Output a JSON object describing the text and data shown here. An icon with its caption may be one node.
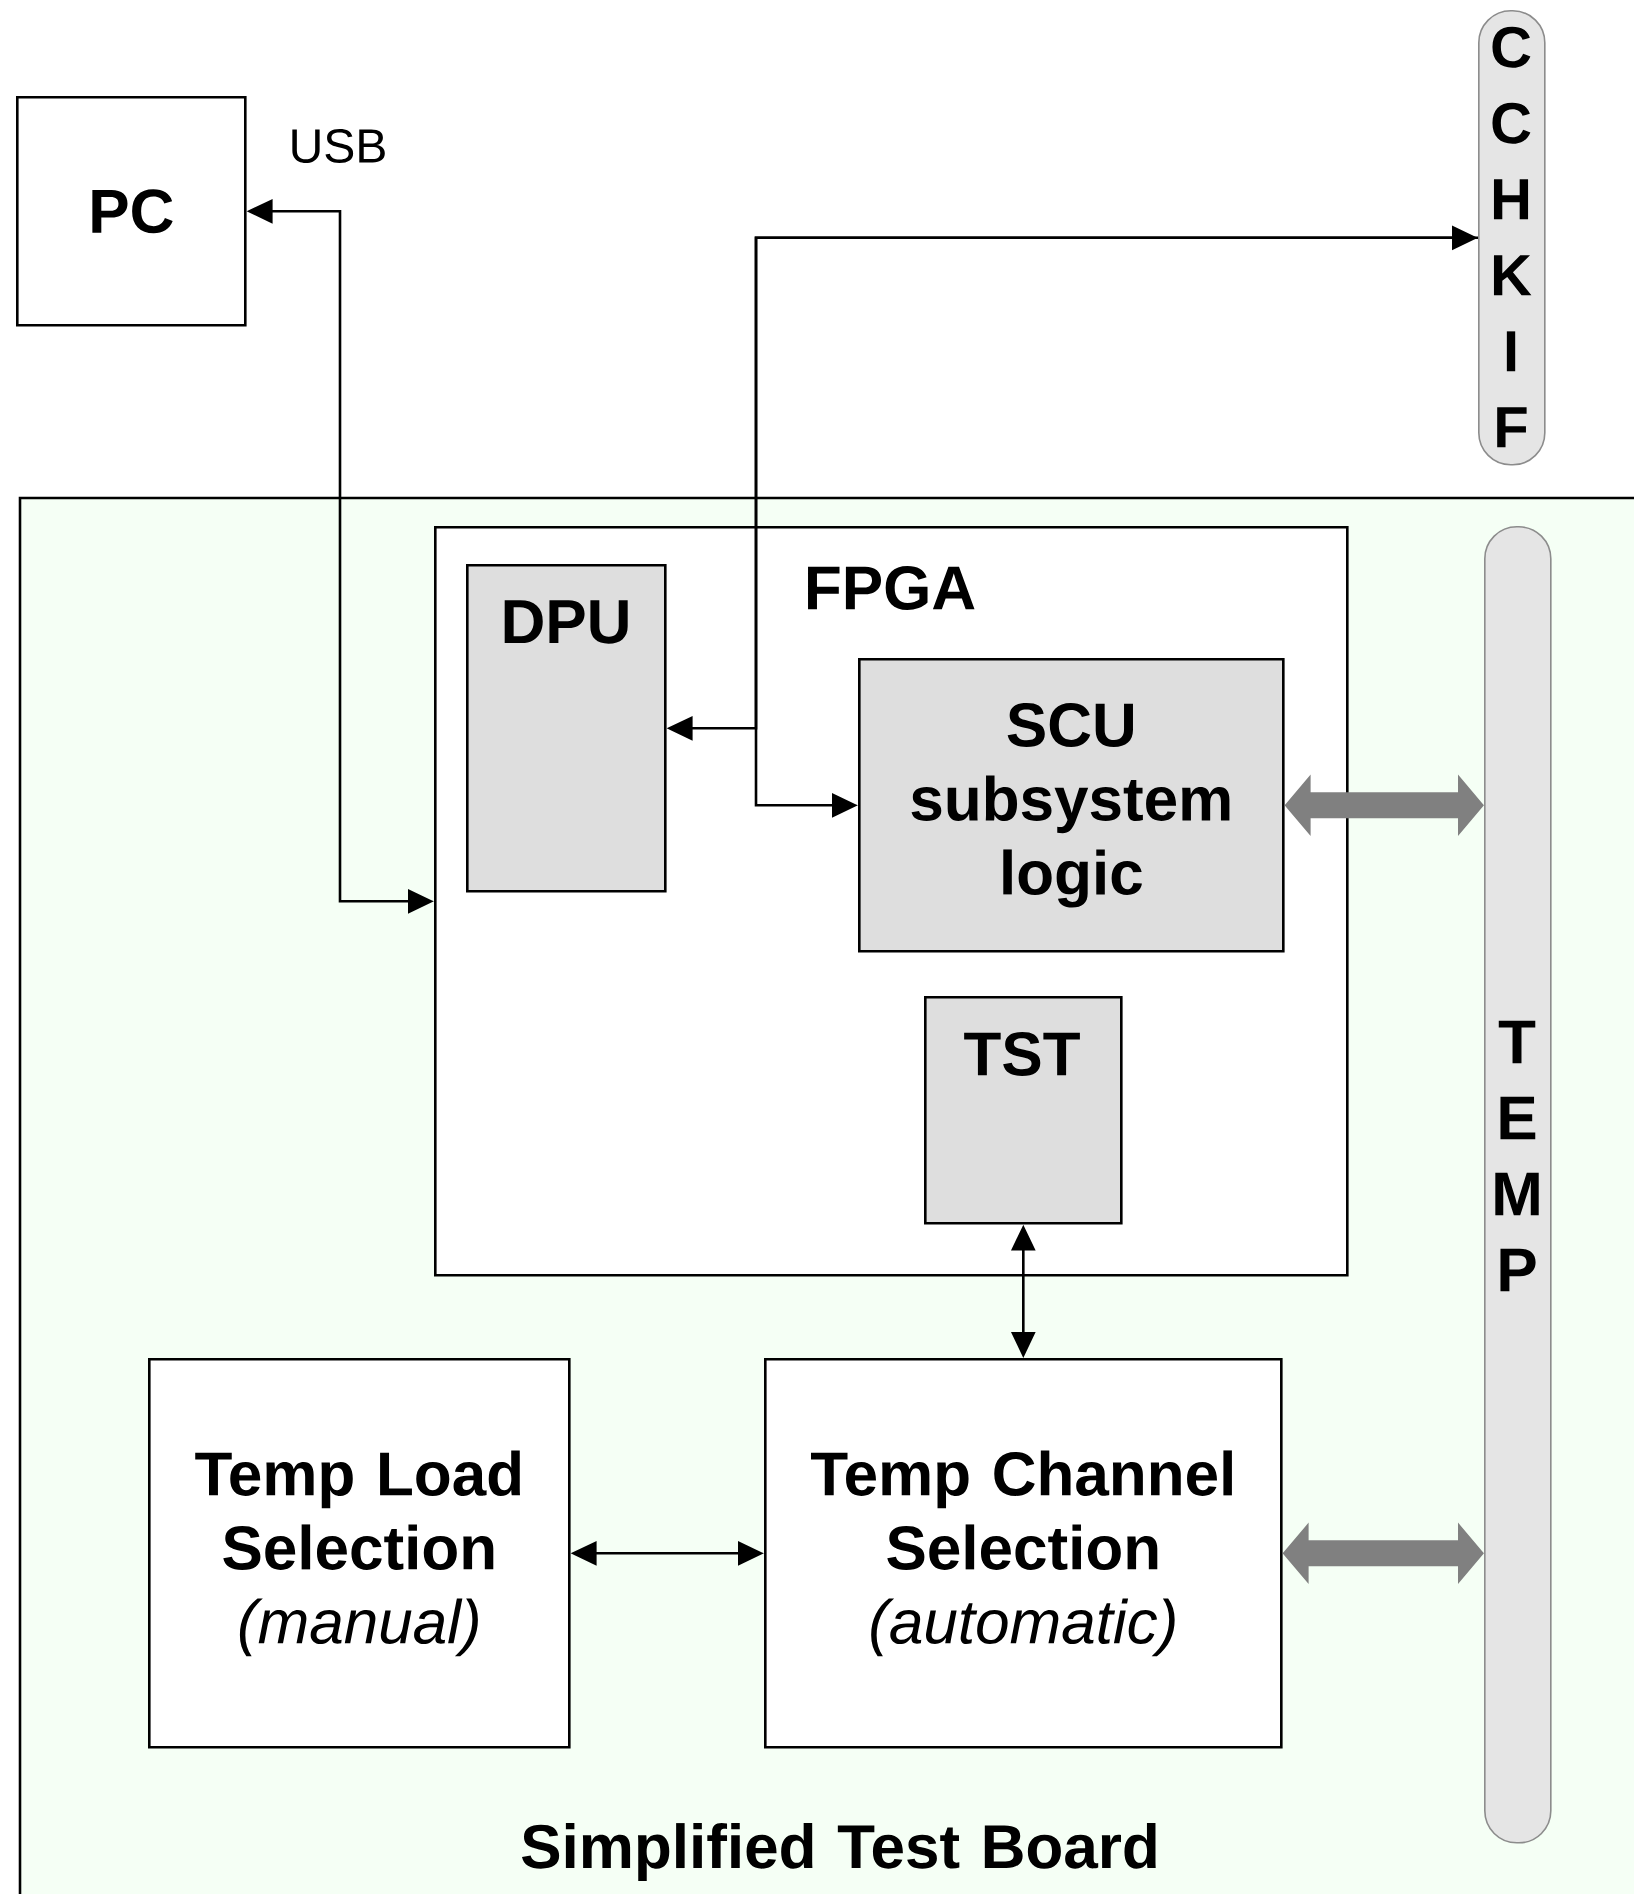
{
  "diagram": {
    "nodes": [
      {
        "text": [
          "PC"
        ]
      },
      {
        "text": [
          "CCHKIF"
        ]
      },
      {
        "text": [
          "Simplified Test Board"
        ]
      },
      {
        "text": [
          "FPGA"
        ],
        "in": 2
      },
      {
        "text": [
          "DPU"
        ],
        "in": 3
      },
      {
        "text": [
          "SCU subsystem logic"
        ],
        "in": 3
      },
      {
        "text": [
          "TST"
        ],
        "in": 3
      },
      {
        "text": [
          "TEMP"
        ],
        "in": 2
      },
      {
        "text": [
          "Temp Load Selection",
          "(manual)"
        ],
        "in": 2
      },
      {
        "text": [
          "Temp Channel Selection",
          "(automatic)"
        ],
        "in": 2
      }
    ],
    "edges": [
      {
        "from": 3,
        "to": 0,
        "arrow": "both",
        "label": "USB"
      },
      {
        "from": 4,
        "to": 1,
        "arrow": "both"
      },
      {
        "from": 1,
        "to": 5,
        "arrow": "to"
      },
      {
        "from": 5,
        "to": 7,
        "arrow": "both",
        "style": "thick",
        "color": "#808080"
      },
      {
        "from": 6,
        "to": 9,
        "arrow": "both"
      },
      {
        "from": 8,
        "to": 9,
        "arrow": "both"
      },
      {
        "from": 9,
        "to": 7,
        "arrow": "both",
        "style": "thick",
        "color": "#808080"
      }
    ]
  }
}
